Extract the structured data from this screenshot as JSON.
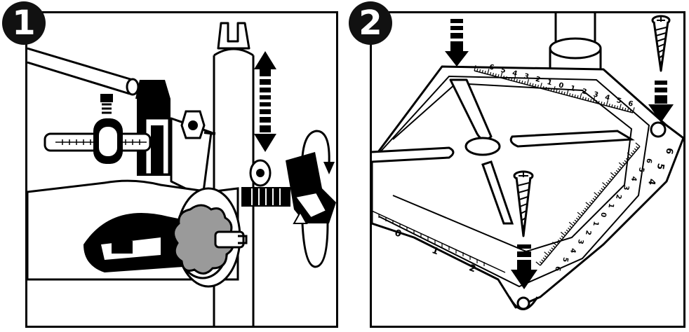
{
  "steps": [
    {
      "number": "1"
    },
    {
      "number": "2"
    }
  ],
  "scales": {
    "top_labels": [
      "6",
      "5",
      "4",
      "3",
      "2",
      "1",
      "0",
      "1",
      "2",
      "3",
      "4",
      "5",
      "6"
    ],
    "right_labels": [
      "6",
      "5",
      "4",
      "3",
      "2",
      "1",
      "0",
      "1",
      "2",
      "3",
      "4",
      "5",
      "6"
    ],
    "base_right_labels": [
      "6",
      "5",
      "4"
    ],
    "base_bottom_labels": [
      "0",
      "1",
      "2"
    ]
  },
  "icons": {
    "step1": [
      "drill-column",
      "depth-stop-rod",
      "rotary-tool",
      "collet-nut",
      "adjustment-knob",
      "up-down-arrow",
      "rotate-arrow"
    ],
    "step2": [
      "screw",
      "down-arrow",
      "base-plate"
    ]
  },
  "colors": {
    "line": "#000000",
    "fill": "#ffffff",
    "accent_gray": "#9a9a9a"
  }
}
